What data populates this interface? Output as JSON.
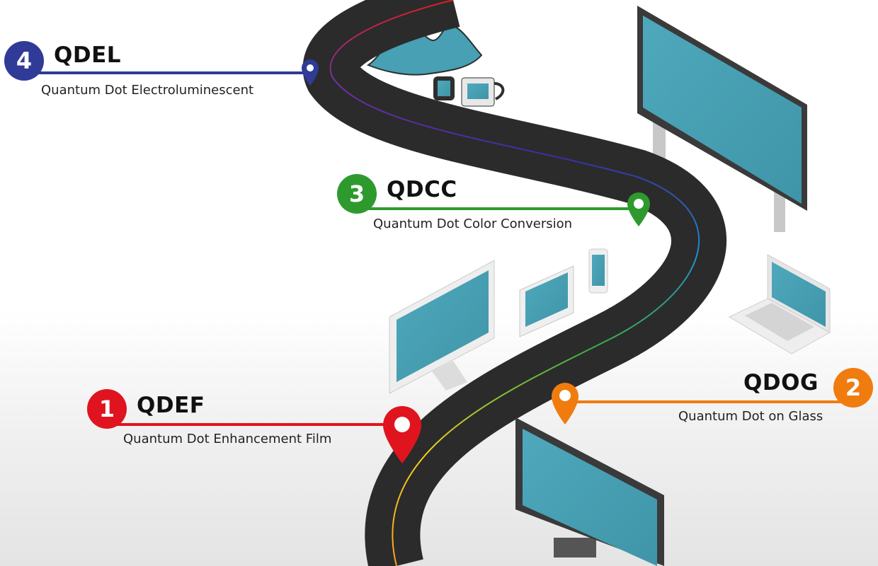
{
  "milestones": [
    {
      "number": "1",
      "code": "QDEF",
      "description": "Quantum Dot Enhancement Film",
      "color": "#e0141e"
    },
    {
      "number": "2",
      "code": "QDOG",
      "description": "Quantum Dot on Glass",
      "color": "#f07c0f"
    },
    {
      "number": "3",
      "code": "QDCC",
      "description": "Quantum Dot Color Conversion",
      "color": "#2e9a2e"
    },
    {
      "number": "4",
      "code": "QDEL",
      "description": "Quantum Dot Electroluminescent",
      "color": "#2f3b97"
    }
  ],
  "device_icons": [
    "billboard-screen",
    "laptop",
    "smartphone",
    "tablet",
    "desktop-monitor",
    "tv-monitor",
    "flexible-display",
    "smartwatch",
    "vr-headset"
  ]
}
